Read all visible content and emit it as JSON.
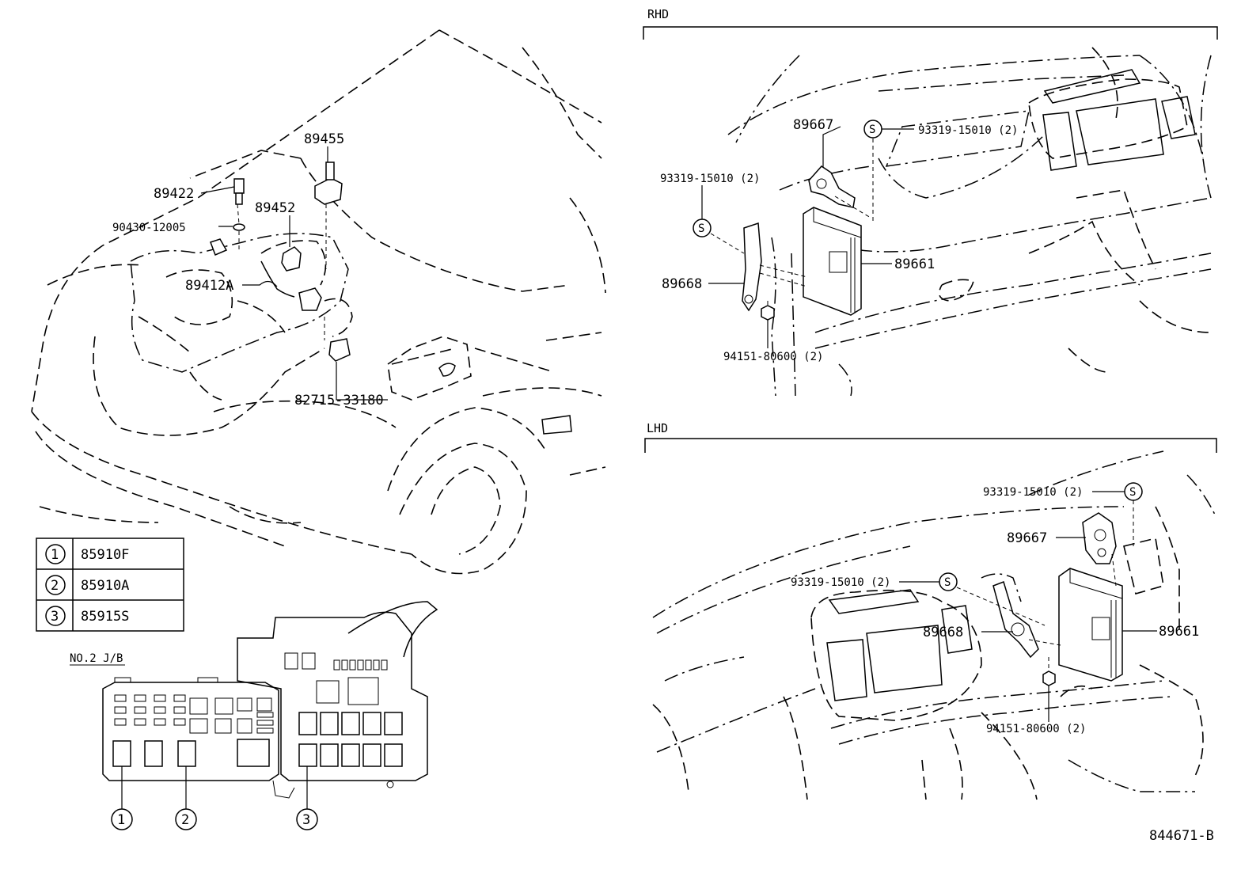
{
  "diagram_id": "844671-B",
  "sections": {
    "rhd": {
      "title": "RHD"
    },
    "lhd": {
      "title": "LHD"
    }
  },
  "engine_parts": {
    "p89455": "89455",
    "p89422": "89422",
    "p90430": "90430-12005",
    "p89452": "89452",
    "p89412a": "89412A",
    "p82715": "82715-33180"
  },
  "rhd_parts": {
    "p89667": "89667",
    "p93319_top": "93319-15010 (2)",
    "p93319_left": "93319-15010 (2)",
    "p89661": "89661",
    "p89668": "89668",
    "p94151": "94151-80600 (2)",
    "screw_mark": "S"
  },
  "lhd_parts": {
    "p93319_top": "93319-15010 (2)",
    "p89667": "89667",
    "p93319_mid": "93319-15010 (2)",
    "p89668": "89668",
    "p89661": "89661",
    "p94151": "94151-80600 (2)",
    "screw_mark": "S"
  },
  "legend": {
    "rows": [
      {
        "num": "1",
        "part": "85910F"
      },
      {
        "num": "2",
        "part": "85910A"
      },
      {
        "num": "3",
        "part": "85915S"
      }
    ]
  },
  "junction_block": {
    "title": "NO.2 J/B",
    "callouts": [
      "1",
      "2",
      "3"
    ]
  }
}
